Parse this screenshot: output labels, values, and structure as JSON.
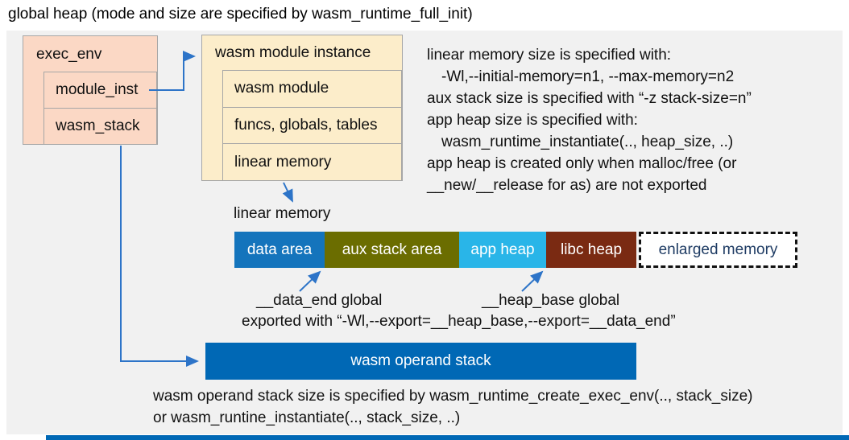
{
  "title": "global heap (mode and size are specified by wasm_runtime_full_init)",
  "exec_env": {
    "header": "exec_env",
    "fields": [
      {
        "label": "module_inst"
      },
      {
        "label": "wasm_stack"
      }
    ]
  },
  "module_instance": {
    "header": "wasm module instance",
    "fields": [
      {
        "label": "wasm module"
      },
      {
        "label": "funcs, globals, tables"
      },
      {
        "label": "linear memory"
      }
    ]
  },
  "notes": {
    "lines": [
      {
        "text": "linear memory size is specified with:"
      },
      {
        "text": "-Wl,--initial-memory=n1, --max-memory=n2"
      },
      {
        "text": "aux stack size is specified with “-z stack-size=n”"
      },
      {
        "text": "app heap size is specified with:"
      },
      {
        "text": "wasm_runtime_instantiate(.., heap_size, ..)"
      },
      {
        "text": "app heap is created only when malloc/free (or"
      },
      {
        "text": "__new/__release for as) are not exported"
      }
    ]
  },
  "linear_memory": {
    "label": "linear memory",
    "segments": [
      {
        "label": "data area",
        "color": "#1474bc"
      },
      {
        "label": "aux stack area",
        "color": "#6b6d00"
      },
      {
        "label": "app heap",
        "color": "#29b5e8"
      },
      {
        "label": "libc heap",
        "color": "#7a2a12"
      }
    ],
    "enlarged": {
      "label": "enlarged memory",
      "text_color": "#1f3c64"
    }
  },
  "annotations": {
    "data_end": "__data_end global",
    "heap_base": "__heap_base global",
    "exported": "exported with “-Wl,--export=__heap_base,--export=__data_end”"
  },
  "operand_stack": {
    "label": "wasm operand stack",
    "color": "#0068b5"
  },
  "footer": {
    "lines": [
      "wasm operand stack size is specified by wasm_runtime_create_exec_env(.., stack_size)",
      "or wasm_runtine_instantiate(.., stack_size, ..)"
    ]
  },
  "colors": {
    "panel_bg": "#f1f1f1",
    "pink_box": "#fbd8c5",
    "cream_box": "#fcedca",
    "box_border": "#a6a6a6",
    "arrow": "#2d74c8",
    "accent_bar": "#0068b5"
  }
}
